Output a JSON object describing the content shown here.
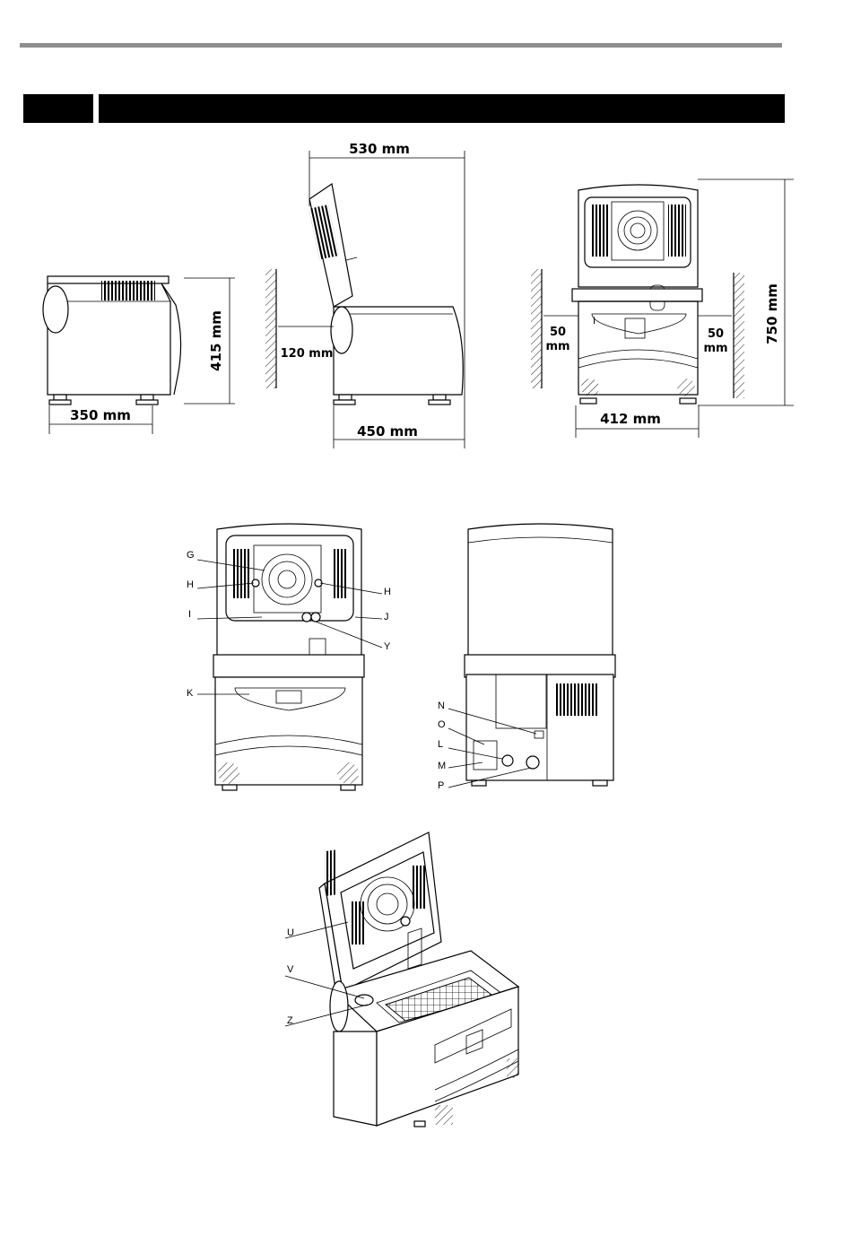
{
  "dimensions": {
    "side_height": "415 mm",
    "side_depth": "350 mm",
    "open_depth": "530 mm",
    "wall_clearance": "120 mm",
    "base_depth": "450 mm",
    "side_clearance_left": "50\nmm",
    "side_clearance_right": "50\nmm",
    "front_height": "750 mm",
    "front_width": "412 mm"
  },
  "panel_label": "I",
  "callouts": {
    "G": "G",
    "H1": "H",
    "H2": "H",
    "I": "I",
    "J": "J",
    "Y": "Y",
    "K": "K",
    "N": "N",
    "O": "O",
    "L": "L",
    "M": "M",
    "P": "P",
    "U": "U",
    "V": "V",
    "Z": "Z"
  },
  "colors": {
    "rule": "#8e8e8e",
    "header": "#000000"
  }
}
